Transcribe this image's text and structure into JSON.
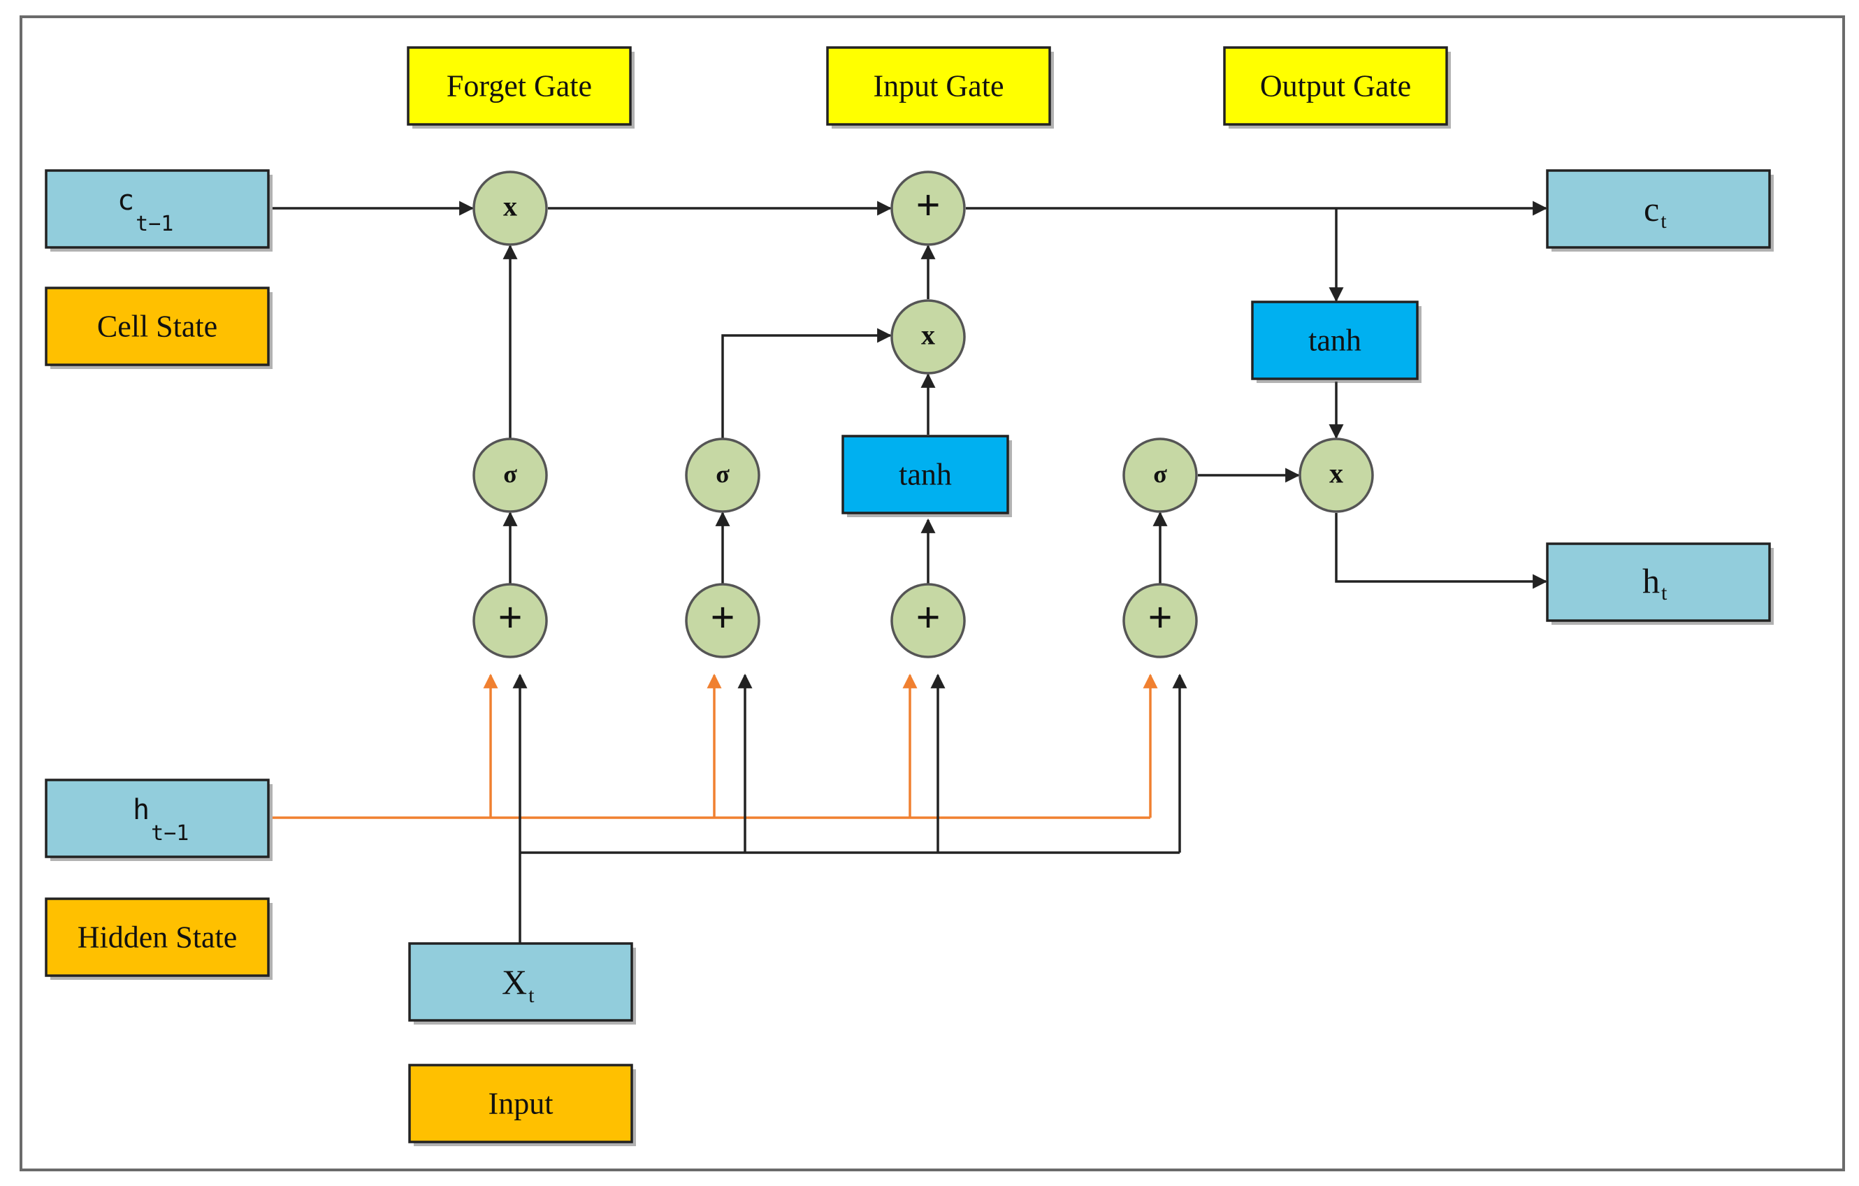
{
  "gates": {
    "forget": "Forget Gate",
    "input": "Input Gate",
    "output": "Output Gate"
  },
  "legend": {
    "cell_state": "Cell State",
    "hidden_state": "Hidden State",
    "input": "Input"
  },
  "variables": {
    "c_prev_base": "c",
    "c_prev_sub": "t−1",
    "h_prev_base": "h",
    "h_prev_sub": "t−1",
    "x_base": "X",
    "x_sub": "t",
    "c_out_base": "c",
    "c_out_sub": "t",
    "h_out_base": "h",
    "h_out_sub": "t"
  },
  "ops": {
    "multiply": "x",
    "add": "+",
    "sigmoid": "σ",
    "tanh": "tanh"
  },
  "colors": {
    "gate_label": "#ffff00",
    "legend_label": "#ffc000",
    "state_box": "#92cddc",
    "tanh_box": "#00b0f0",
    "operator": "#c6d8a4",
    "hidden_path": "#f08030",
    "input_path": "#222222"
  }
}
